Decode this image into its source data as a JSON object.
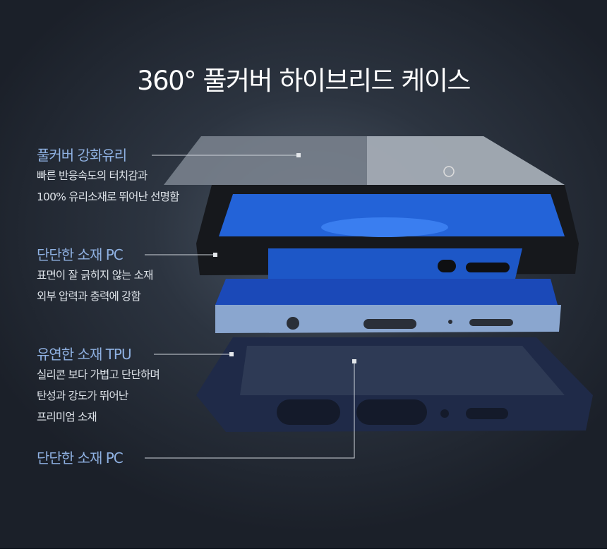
{
  "title": "360° 풀커버 하이브리드 케이스",
  "callouts": [
    {
      "heading": "풀커버 강화유리",
      "lines": [
        "빠른 반응속도의 터치감과",
        "100% 유리소재로 뛰어난 선명함"
      ]
    },
    {
      "heading": "단단한 소재 PC",
      "lines": [
        "표면이 잘 긁히지 않는 소재",
        "외부 압력과 충력에 강함"
      ]
    },
    {
      "heading": "유연한 소재 TPU",
      "lines": [
        "실리콘 보다 가볍고 단단하며",
        "탄성과 강도가 뛰어난",
        "프리미엄 소재"
      ]
    },
    {
      "heading": "단단한 소재 PC",
      "lines": []
    }
  ],
  "colors": {
    "heading": "#8fb1e2",
    "background": "#2c3440",
    "accent_blue": "#2a63d4"
  }
}
